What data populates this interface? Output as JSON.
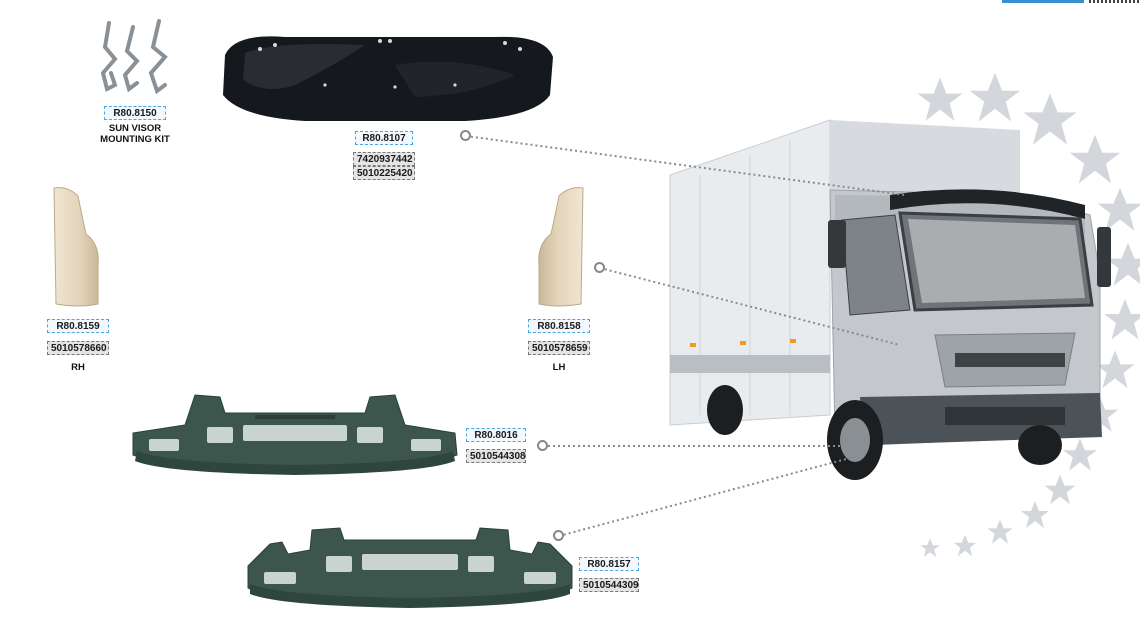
{
  "parts": {
    "sun_visor_kit": {
      "code": "R80.8150",
      "caption_line1": "SUN VISOR",
      "caption_line2": "MOUNTING KIT"
    },
    "sun_visor": {
      "code": "R80.8107",
      "oem1": "7420937442",
      "oem2": "5010225420"
    },
    "corner_rh": {
      "code": "R80.8159",
      "oem": "5010578660",
      "caption": "RH"
    },
    "corner_lh": {
      "code": "R80.8158",
      "oem": "5010578659",
      "caption": "LH"
    },
    "bumper_upper": {
      "code": "R80.8016",
      "oem": "5010544308"
    },
    "bumper_lower": {
      "code": "R80.8157",
      "oem": "5010544309"
    }
  },
  "colors": {
    "code_border": "#4aa6df",
    "oem_background": "#e4e4e4",
    "bumper": "#3c564d",
    "visor": "#15181c",
    "corner_panel": "#e2d3b8",
    "truck_cab": "#c4c8cc",
    "stars": "#cfd2d6"
  }
}
